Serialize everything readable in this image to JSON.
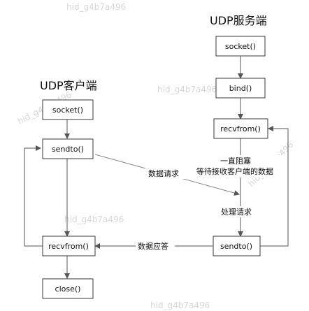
{
  "titles": {
    "client": "UDP客户端",
    "server": "UDP服务端"
  },
  "client": {
    "socket": "socket()",
    "sendto": "sendto()",
    "recvfrom": "recvfrom()",
    "close": "close()"
  },
  "server": {
    "socket": "socket()",
    "bind": "bind()",
    "recvfrom": "recvfrom()",
    "sendto": "sendto()"
  },
  "labels": {
    "request": "数据请求",
    "response": "数据应答",
    "block_line1": "一直阻塞",
    "block_line2": "等待接收客户端的数据",
    "process": "处理请求"
  },
  "watermark": "hid_g4b7a496",
  "colors": {
    "line": "#555555",
    "box_border": "#3a3a3a",
    "watermark": "#d8d8d8"
  }
}
